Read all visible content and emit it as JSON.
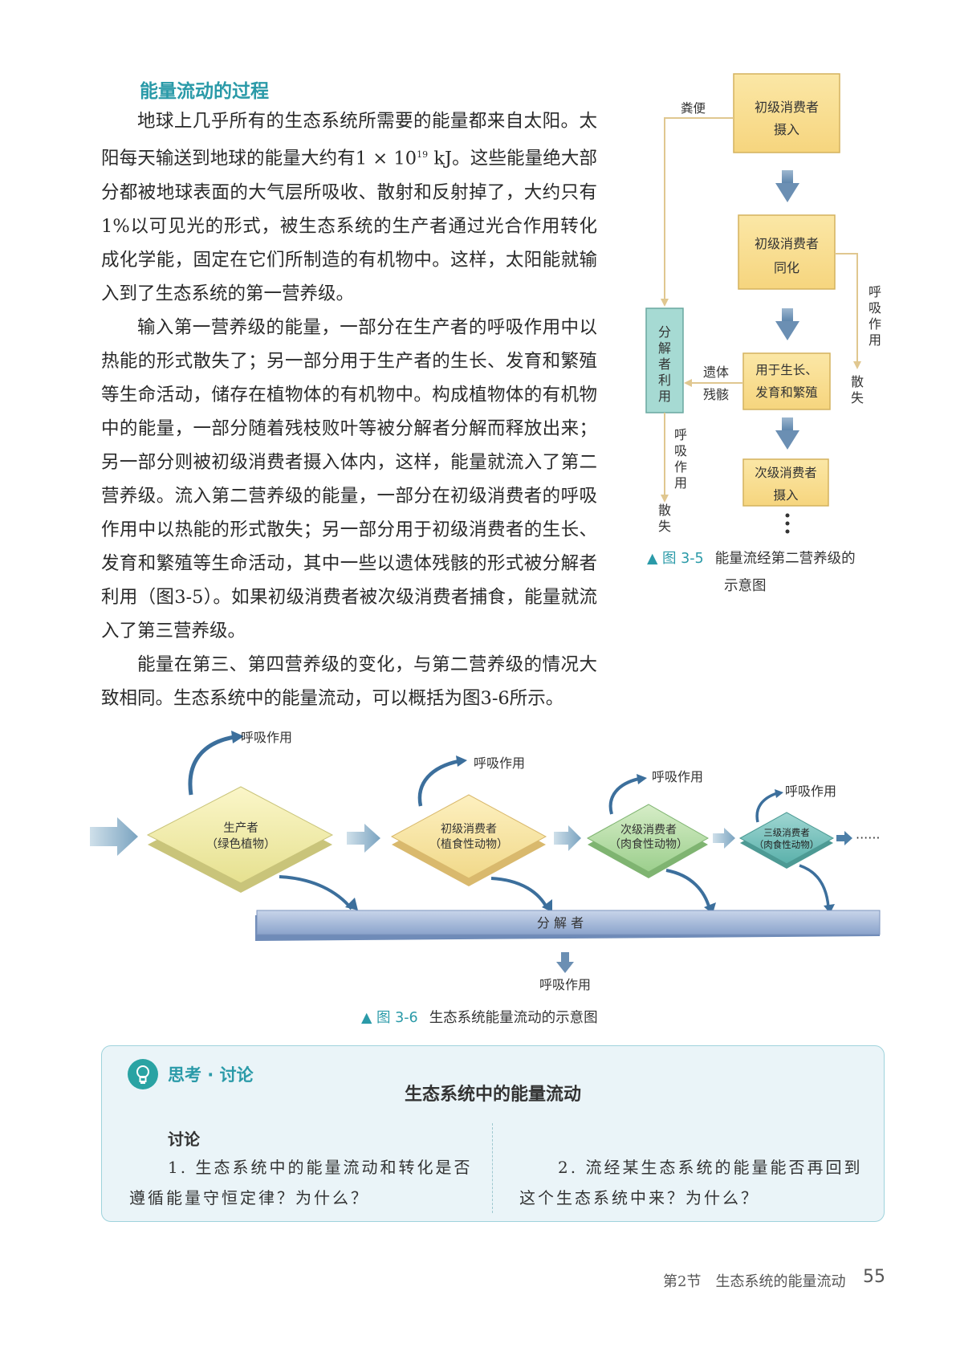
{
  "heading": "能量流动的过程",
  "paragraphs": {
    "p1": "地球上几乎所有的生态系统所需要的能量都来自太阳。太阳每天输送到地球的能量大约有",
    "p1_num": "1 × 10",
    "p1_exp": "19",
    "p1_rest": " kJ。这些能量绝大部分都被地球表面的大气层所吸收、散射和反射掉了，大约只有1%以可见光的形式，被生态系统的生产者通过光合作用转化成化学能，固定在它们所制造的有机物中。这样，太阳能就输入到了生态系统的第一营养级。",
    "p2": "输入第一营养级的能量，一部分在生产者的呼吸作用中以热能的形式散失了；另一部分用于生产者的生长、发育和繁殖等生命活动，储存在植物体的有机物中。构成植物体的有机物中的能量，一部分随着残枝败叶等被分解者分解而释放出来；另一部分则被初级消费者摄入体内，这样，能量就流入了第二营养级。流入第二营养级的能量，一部分在初级消费者的呼吸作用中以热能的形式散失；另一部分用于初级消费者的生长、发育和繁殖等生命活动，其中一些以遗体残骸的形式被分解者利用（图3-5）。如果初级消费者被次级消费者捕食，能量就流入了第三营养级。",
    "p3": "能量在第三、第四营养级的变化，与第二营养级的情况大致相同。生态系统中的能量流动，可以概括为图3-6所示。"
  },
  "fig35": {
    "box1_l1": "初级消费者",
    "box1_l2": "摄入",
    "box2_l1": "初级消费者",
    "box2_l2": "同化",
    "box3_l1": "用于生长、",
    "box3_l2": "发育和繁殖",
    "box4_l1": "次级消费者",
    "box4_l2": "摄入",
    "decomposer": [
      "分",
      "解",
      "者",
      "利",
      "用"
    ],
    "feces": "粪便",
    "remains_l1": "遗体",
    "remains_l2": "残骸",
    "resp_right": [
      "呼",
      "吸",
      "作",
      "用"
    ],
    "loss_right": [
      "散",
      "失"
    ],
    "resp_left": [
      "呼",
      "吸",
      "作",
      "用"
    ],
    "loss_left": [
      "散",
      "失"
    ],
    "caption_num": "图 3-5",
    "caption_l1": "能量流经第二营养级的",
    "caption_l2": "示意图"
  },
  "fig36": {
    "resp": "呼吸作用",
    "producer_l1": "生产者",
    "producer_l2": "（绿色植物）",
    "primary_l1": "初级消费者",
    "primary_l2": "（植食性动物）",
    "secondary_l1": "次级消费者",
    "secondary_l2": "（肉食性动物）",
    "tertiary_l1": "三级消费者",
    "tertiary_l2": "（肉食性动物）",
    "decomposer": "分 解 者",
    "caption_num": "图 3-6",
    "caption_text": "生态系统能量流动的示意图"
  },
  "think": {
    "label": "思考 · 讨论",
    "title": "生态系统中的能量流动",
    "sub": "讨论",
    "q1_l1": "1. 生态系统中的能量流动和转化是否",
    "q1_l2": "遵循能量守恒定律？为什么？",
    "q2_l1": "2. 流经某生态系统的能量能否再回到",
    "q2_l2": "这个生态系统中来？为什么？"
  },
  "footer": {
    "section": "第2节　生态系统的能量流动",
    "page": "55"
  }
}
